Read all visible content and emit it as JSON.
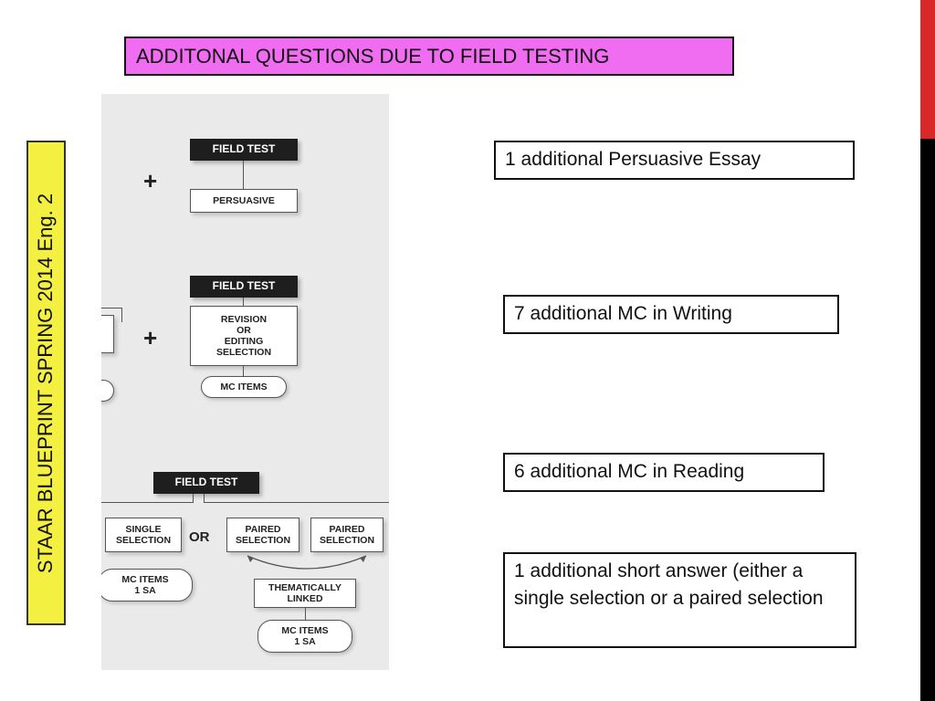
{
  "title": "ADDITONAL QUESTIONS DUE TO FIELD TESTING",
  "side_label": "STAAR BLUEPRINT SPRING 2014  Eng. 2",
  "accent_colors": {
    "title_bg": "#f06cf0",
    "side_label_bg": "#f3f042",
    "side_bar_top": "#d8282a",
    "side_bar_bottom": "#000000"
  },
  "diagram": {
    "field_test": "FIELD TEST",
    "plus": "+",
    "persuasive": "PERSUASIVE",
    "revision": "REVISION\nOR\nEDITING\nSELECTION",
    "mc_items": "MC ITEMS",
    "single_selection": "SINGLE\nSELECTION",
    "or": "OR",
    "paired_selection": "PAIRED\nSELECTION",
    "mc_items_1sa": "MC ITEMS\n1 SA",
    "thematically_linked": "THEMATICALLY\nLINKED"
  },
  "notes": {
    "persuasive": "1 additional Persuasive Essay",
    "writing": "7 additional MC in Writing",
    "reading": "6 additional MC in Reading",
    "short_answer": "1 additional short answer (either a single selection or a paired selection"
  }
}
